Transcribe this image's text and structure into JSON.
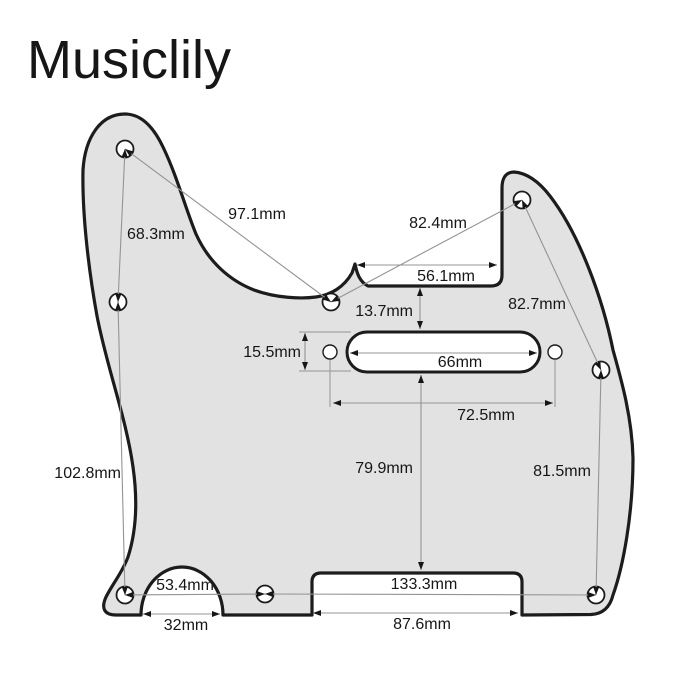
{
  "brand": "Musiclily",
  "colors": {
    "background": "#ffffff",
    "body": "#e2e2e2",
    "outline": "#1c1c1c",
    "dim_line": "#949494",
    "text": "#161616"
  },
  "part": {
    "name": "Telecaster style pickguard dimension diagram",
    "unit": "mm",
    "mount_screw_holes": 8,
    "pickup_screw_holes": 2
  },
  "measurements": [
    {
      "id": "upper-left-to-middle-screw-diagonal",
      "label": "97.1mm"
    },
    {
      "id": "upper-left-screws-distance",
      "label": "68.3mm"
    },
    {
      "id": "middle-to-upper-right-screw-diagonal",
      "label": "82.4mm"
    },
    {
      "id": "neck-notch-width",
      "label": "56.1mm"
    },
    {
      "id": "notch-to-pickup-cutout-gap",
      "label": "13.7mm"
    },
    {
      "id": "upper-right-to-right-screw-distance",
      "label": "82.7mm"
    },
    {
      "id": "pickup-cutout-height",
      "label": "15.5mm"
    },
    {
      "id": "pickup-cutout-length",
      "label": "66mm"
    },
    {
      "id": "pickup-screw-spacing",
      "label": "72.5mm"
    },
    {
      "id": "left-side-screws-distance",
      "label": "102.8mm"
    },
    {
      "id": "pickup-to-bridge-notch-distance",
      "label": "79.9mm"
    },
    {
      "id": "right-side-screws-distance",
      "label": "81.5mm"
    },
    {
      "id": "bottom-left-screws-distance",
      "label": "53.4mm"
    },
    {
      "id": "bottom-screws-span",
      "label": "133.3mm"
    },
    {
      "id": "semicircle-cutout-width",
      "label": "32mm"
    },
    {
      "id": "bridge-notch-width",
      "label": "87.6mm"
    }
  ]
}
